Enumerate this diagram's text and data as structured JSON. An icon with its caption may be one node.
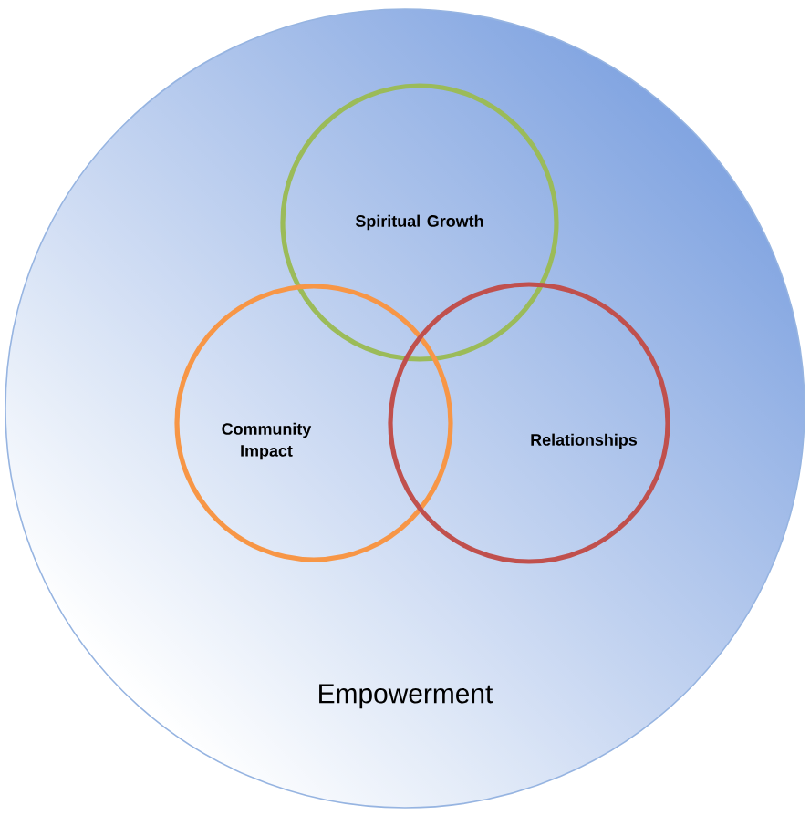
{
  "diagram": {
    "nodes": [
      {
        "text": [
          "Empowerment"
        ]
      },
      {
        "text": [
          "Spiritual Growth"
        ],
        "in": 0
      },
      {
        "text": [
          "Community Impact"
        ],
        "in": 0
      },
      {
        "text": [
          "Relationships"
        ],
        "in": 0
      }
    ]
  }
}
